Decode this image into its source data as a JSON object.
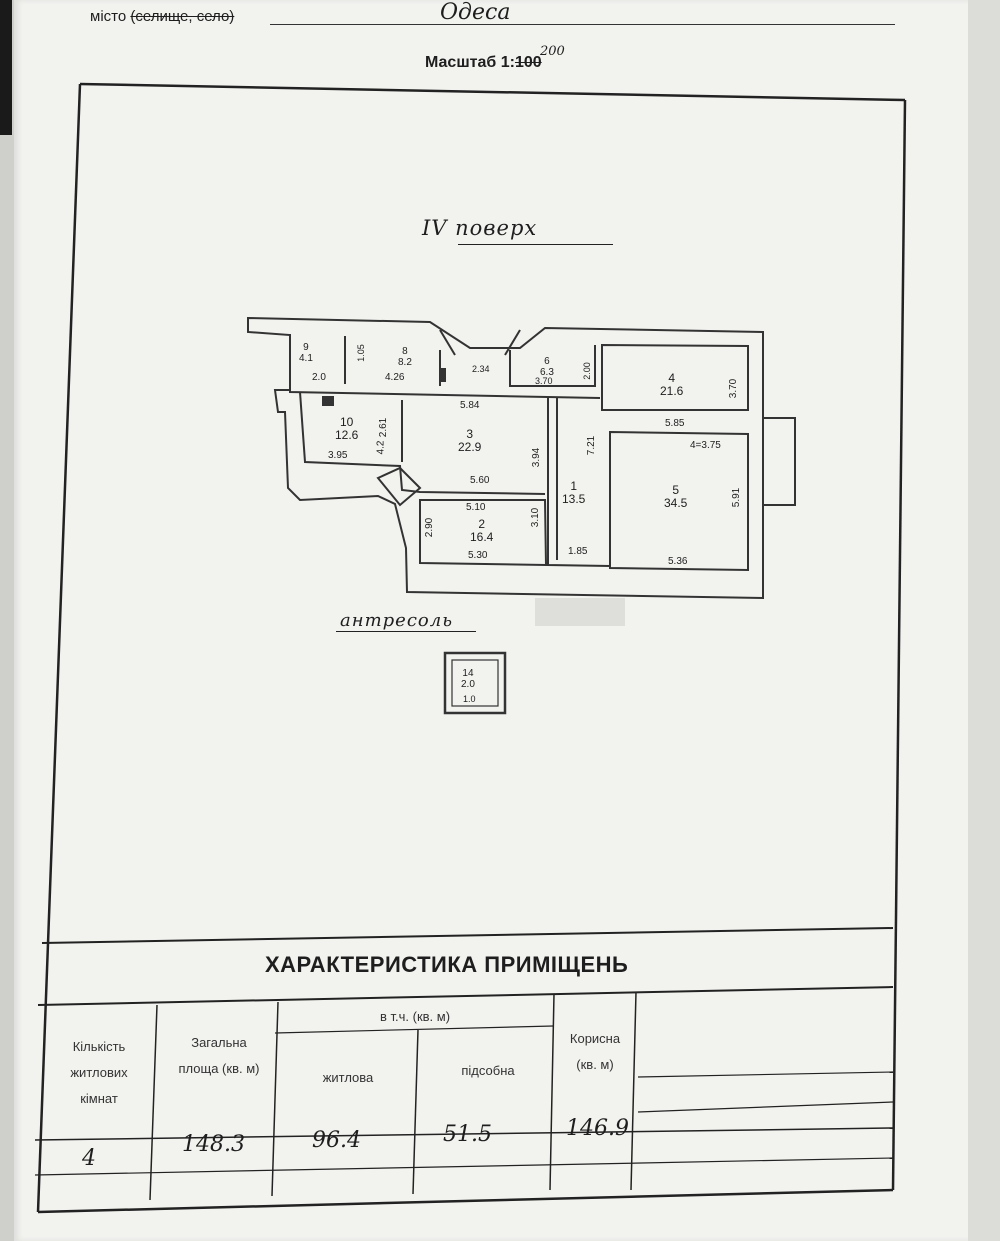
{
  "header": {
    "city_label_prefix": "місто",
    "city_label_struck": "(селище, село)",
    "city_value": "Одеса",
    "scale_label": "Масштаб",
    "scale_prefix": "1:",
    "scale_original": "100",
    "scale_corrected": "200"
  },
  "plan": {
    "floor_title": "IV поверх",
    "mezzanine_title": "антресоль",
    "rooms": [
      {
        "no": "1",
        "area": "13.5"
      },
      {
        "no": "2",
        "area": "16.4"
      },
      {
        "no": "3",
        "area": "22.9"
      },
      {
        "no": "4",
        "area": "21.6"
      },
      {
        "no": "5",
        "area": "34.5"
      },
      {
        "no": "6",
        "area": "6.3"
      },
      {
        "no": "8",
        "area": "8.2"
      },
      {
        "no": "9",
        "area": "4.1"
      },
      {
        "no": "10",
        "area": "12.6"
      },
      {
        "no": "14",
        "area": "2.0"
      }
    ],
    "dimensions": [
      "5.84",
      "5.60",
      "3.94",
      "2.61",
      "4.2",
      "3.95",
      "2.0",
      "4.26",
      "2.34",
      "3.70",
      "2.00",
      "3.70",
      "5.85",
      "4=3.75",
      "5.91",
      "5.36",
      "7.21",
      "1.85",
      "3.10",
      "2.90",
      "5.10",
      "5.30",
      "1.05",
      "1.0"
    ]
  },
  "characteristics": {
    "title": "ХАРАКТЕРИСТИКА ПРИМІЩЕНЬ",
    "headers": {
      "living_rooms_count": "Кількість житлових кімнат",
      "total_area": "Загальна площа (кв. м)",
      "including": "в т.ч. (кв. м)",
      "living": "житлова",
      "auxiliary": "підсобна",
      "useful": "Корисна (кв. м)"
    },
    "values": {
      "living_rooms_count": "4",
      "total_area": "148.3",
      "living": "96.4",
      "auxiliary": "51.5",
      "useful": "146.9"
    }
  }
}
